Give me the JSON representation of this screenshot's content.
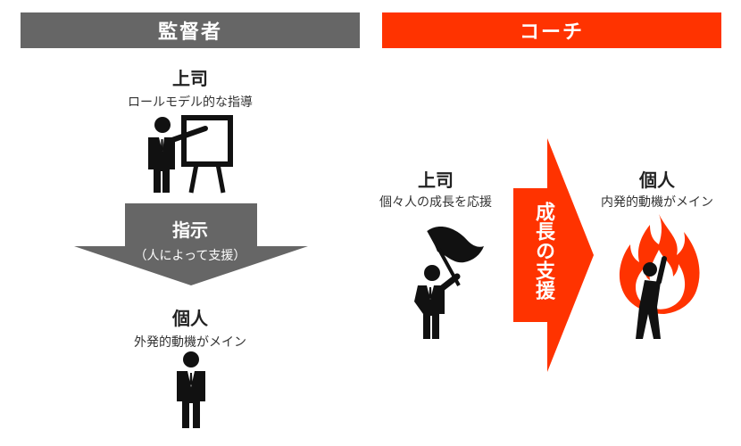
{
  "supervisor": {
    "header": "監督者",
    "boss_title": "上司",
    "boss_sub": "ロールモデル的な指導",
    "arrow_label": "指示",
    "arrow_sub": "（人によって支援）",
    "individual_title": "個人",
    "individual_sub": "外発的動機がメイン"
  },
  "coach": {
    "header": "コーチ",
    "boss_title": "上司",
    "boss_sub": "個々人の成長を応援",
    "arrow_label": "成長の支援",
    "individual_title": "個人",
    "individual_sub": "内発的動機がメイン"
  },
  "colors": {
    "gray_header": "#666666",
    "accent": "#ff3300",
    "figure": "#111111",
    "arrow_gray": "#666666",
    "flame_outer": "#ff3300",
    "flame_inner": "#ffffff"
  }
}
